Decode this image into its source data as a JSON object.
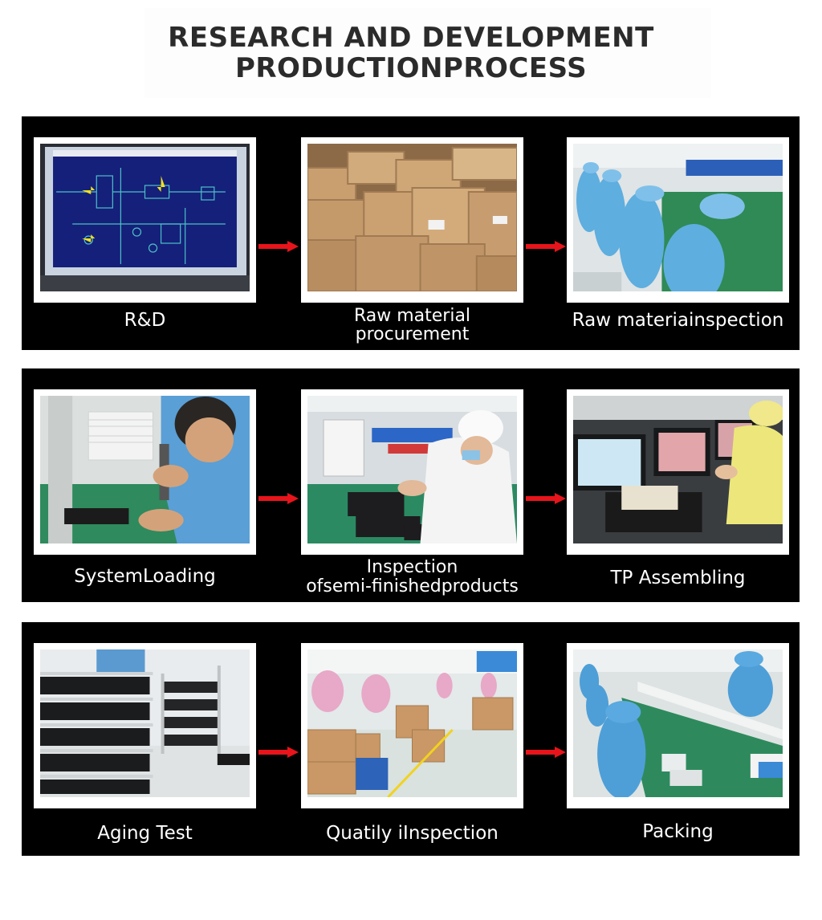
{
  "header": {
    "title_line1": "RESEARCH AND DEVELOPMENT",
    "title_line2": "PRODUCTIONPROCESS"
  },
  "rows": [
    {
      "steps": [
        {
          "caption": "R&D",
          "icon": "pcb-design-monitor-photo"
        },
        {
          "caption_line1": "Raw material",
          "caption_line2": "procurement",
          "icon": "cardboard-boxes-photo"
        },
        {
          "caption": "Raw materiainspection",
          "icon": "workers-inspection-line-photo"
        }
      ]
    },
    {
      "steps": [
        {
          "caption": "SystemLoading",
          "icon": "worker-screwdriver-photo"
        },
        {
          "caption_line1": "Inspection",
          "caption_line2": "ofsemi-finishedproducts",
          "icon": "worker-white-suit-photo"
        },
        {
          "caption": "TP Assembling",
          "icon": "touch-panel-testing-photo"
        }
      ]
    },
    {
      "steps": [
        {
          "caption": "Aging Test",
          "icon": "aging-rack-photo"
        },
        {
          "caption": "Quatily iInspection",
          "icon": "warehouse-inspection-photo"
        },
        {
          "caption": "Packing",
          "icon": "packing-line-photo"
        }
      ]
    }
  ],
  "colors": {
    "panel": "#000000",
    "arrow": "#e8141b",
    "title": "#2b2b2b",
    "caption": "#ffffff"
  }
}
